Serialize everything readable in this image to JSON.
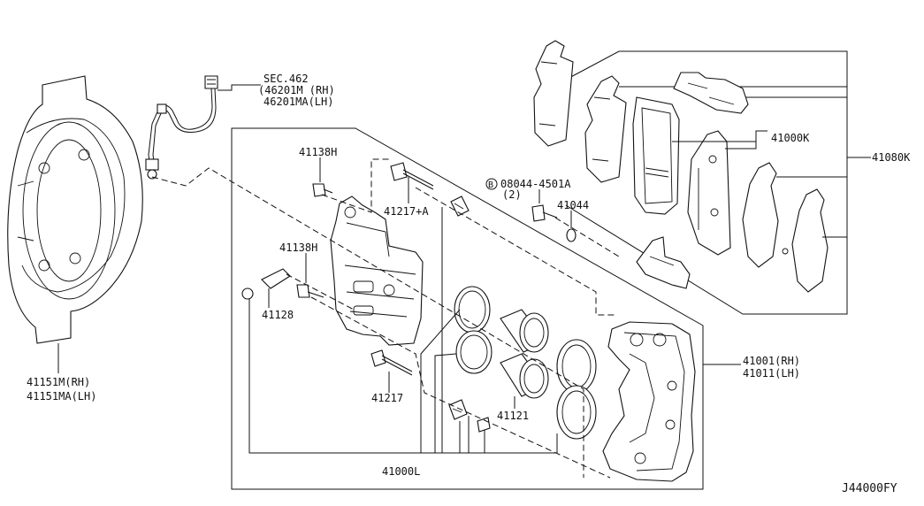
{
  "labels": {
    "sec_ref": "SEC.462",
    "hose_rh": "(46201M (RH)",
    "hose_lh": "46201MA(LH)",
    "bolt_41138h_top": "41138H",
    "bolt_41138h_mid": "41138H",
    "pin_41217a": "41217+A",
    "bolt_code": "08044-4501A",
    "bolt_code_marker": "B",
    "bolt_qty": "(2)",
    "washer": "41044",
    "pad_kit": "41000K",
    "kit_all": "41080K",
    "bleeder": "41128",
    "shield_rh": "41151M(RH)",
    "shield_lh": "41151MA(LH)",
    "pin_41217": "41217",
    "piston": "41121",
    "caliper_rh": "41001(RH)",
    "caliper_lh": "41011(LH)",
    "seal_kit": "41000L",
    "diagram_id": "J44000FY"
  },
  "colors": {
    "ink": "#111111",
    "paper": "#ffffff"
  }
}
